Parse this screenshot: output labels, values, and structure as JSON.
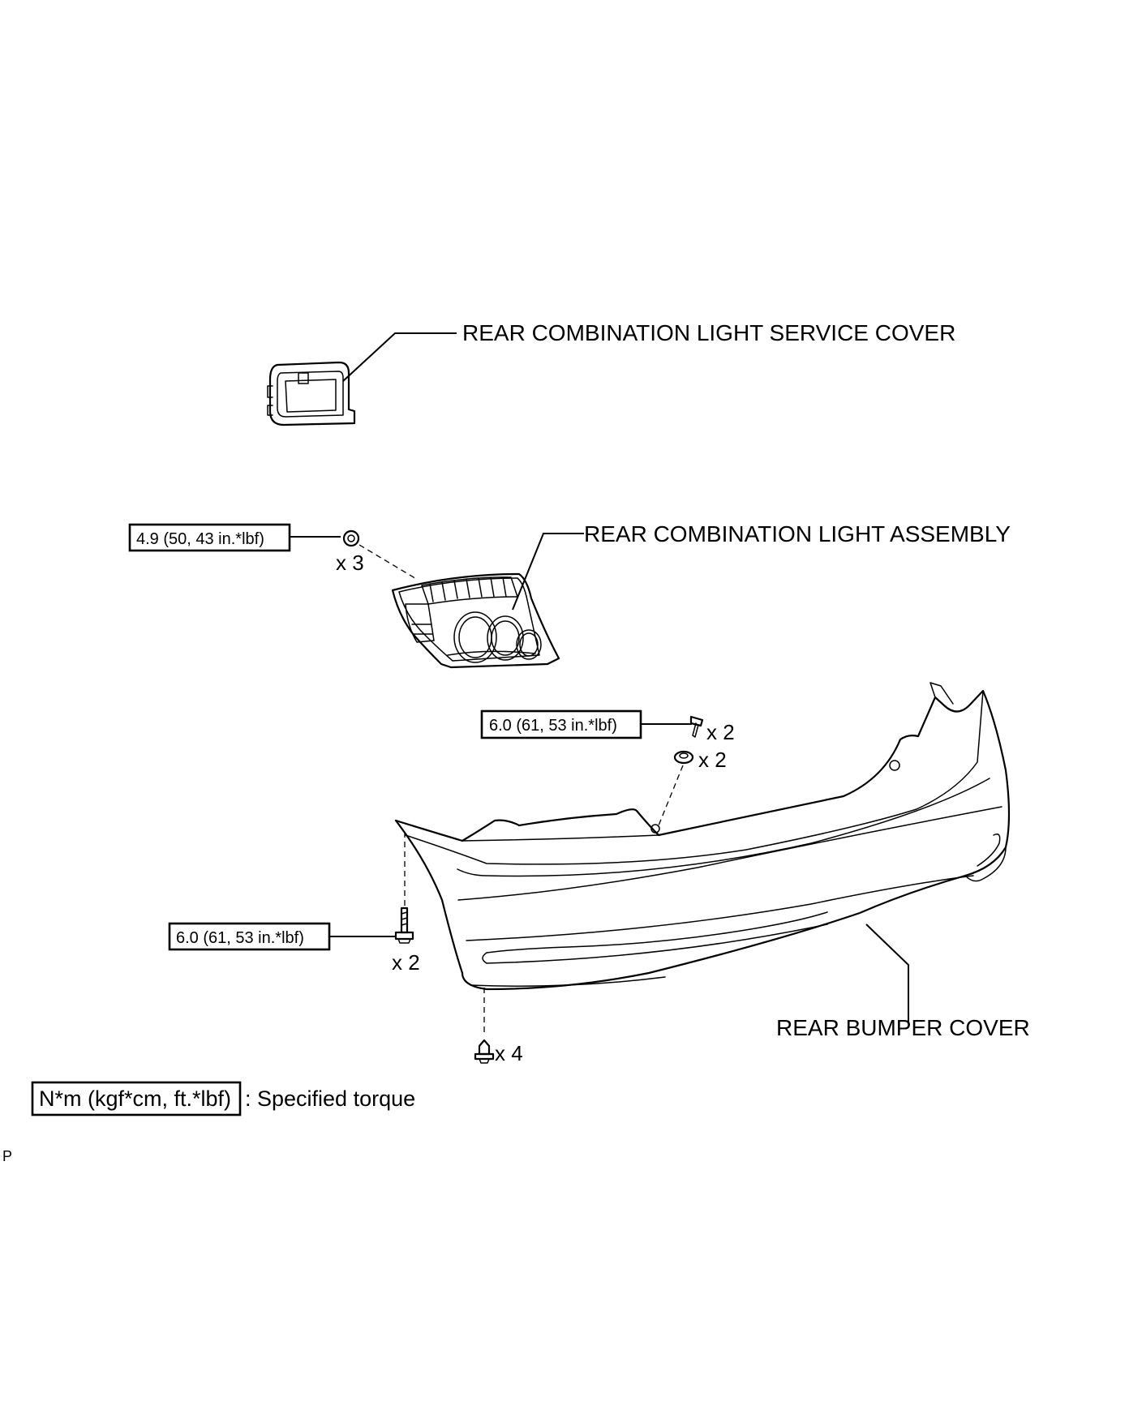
{
  "labels": {
    "service_cover": "REAR COMBINATION LIGHT SERVICE COVER",
    "light_assembly": "REAR COMBINATION LIGHT ASSEMBLY",
    "bumper_cover": "REAR BUMPER COVER"
  },
  "torque": {
    "light_nut": "4.9 (50, 43 in.*lbf)",
    "upper_screw": "6.0 (61, 53 in.*lbf)",
    "side_screw": "6.0 (61, 53 in.*lbf)"
  },
  "quantities": {
    "light_nut": "x 3",
    "upper_screw": "x 2",
    "upper_clip": "x 2",
    "side_screw": "x 2",
    "bottom_clip": "x 4"
  },
  "legend": {
    "box_text": "N*m (kgf*cm, ft.*lbf)",
    "description": ": Specified torque"
  },
  "corner_code": "P"
}
